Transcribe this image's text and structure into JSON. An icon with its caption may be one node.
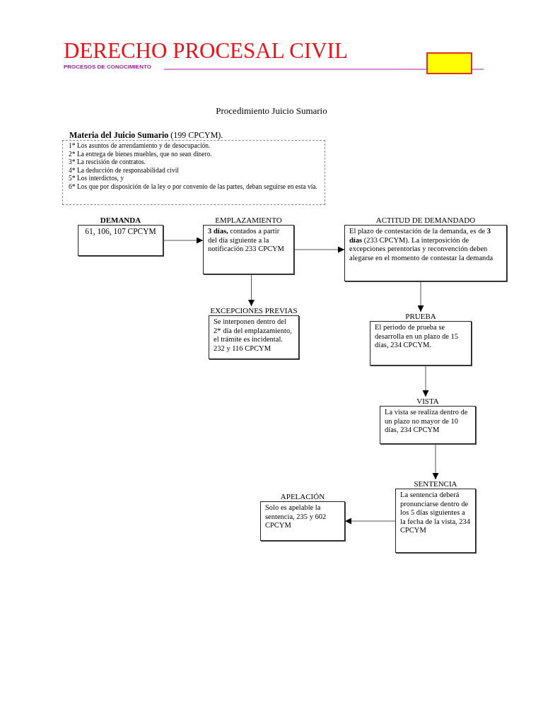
{
  "diagram": {
    "title": "DERECHO PROCESAL CIVIL",
    "nodes": [
      {
        "text": [
          "**Materia del Juicio Sumario** (199 CPCYM).",
          "1* Los asuntos de arrendamiento y de desocupación.",
          "2* La entrega de bienes muebles, que no sean dinero.",
          "3* La rescisión de contratos.",
          "4* La deducción de responsabilidad civil",
          "5* Los interdictos, y",
          "6* Los que por disposición de la ley o por convenio de las partes, deban seguirse en esta vía."
        ]
      },
      {
        "text": [
          "DEMANDA",
          "61, 106, 107 CPCYM"
        ]
      },
      {
        "text": [
          "EMPLAZAMIENTO",
          "**3 días,** contados a partir del día siguiente a la notificación 233 CPCYM"
        ]
      },
      {
        "text": [
          "ACTITUD DE DEMANDADO",
          "El plazo de contestación de la demanda, es de **3 días** (233 CPCYM). La interposición de excepciones perentorias y reconvención deben alegarse en el momento de contestar la demanda"
        ]
      },
      {
        "text": [
          "EXCEPCIONES PREVIAS",
          "Se interponen dentro del 2* día del emplazamiento, el trámite es incidental. 232 y 116 CPCYM"
        ]
      },
      {
        "text": [
          "PRUEBA",
          "El periodo de prueba se desarrolla en un plazo de 15 días, 234 CPCYM."
        ]
      },
      {
        "text": [
          "VISTA",
          "La vista se realiza dentro de un plazo no mayor de 10 días, 234 CPCYM"
        ]
      },
      {
        "text": [
          "SENTENCIA",
          "La sentencia deberá pronunciarse dentro de los 5 días siguientes a la fecha de la vista, 234 CPCYM"
        ]
      },
      {
        "text": [
          "APELACIÓN",
          "Solo es apelable la sentencia, 235 y 602 CPCYM"
        ]
      }
    ],
    "edges": [
      {
        "from": 1,
        "to": 2,
        "arrow": "to"
      },
      {
        "from": 2,
        "to": 3,
        "arrow": "to"
      },
      {
        "from": 2,
        "to": 4,
        "arrow": "to"
      },
      {
        "from": 3,
        "to": 5,
        "arrow": "to"
      },
      {
        "from": 5,
        "to": 6,
        "arrow": "to"
      },
      {
        "from": 6,
        "to": 7,
        "arrow": "to"
      },
      {
        "from": 7,
        "to": 8,
        "arrow": "to"
      }
    ],
    "labels": [
      "PROCESOS DE CONOCIMIENTO",
      "Procedimiento Juicio Sumario"
    ]
  }
}
